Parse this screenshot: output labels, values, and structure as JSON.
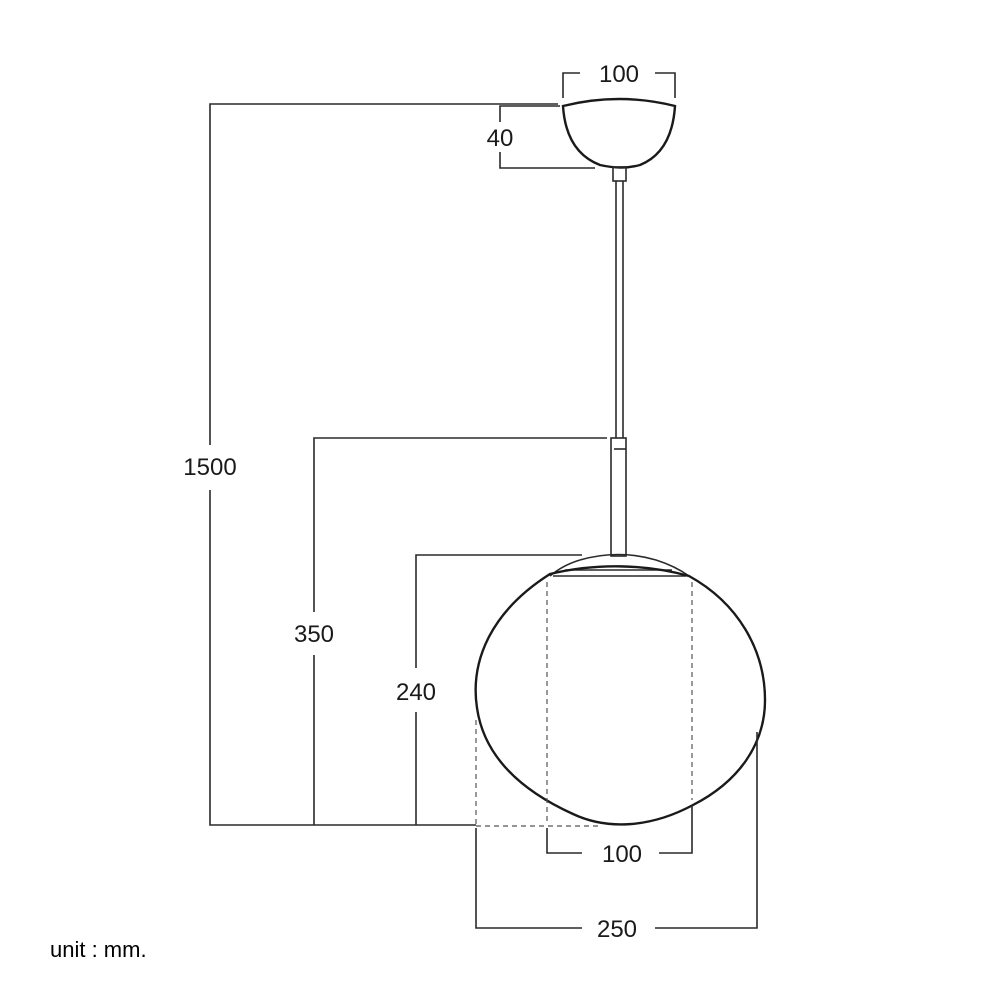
{
  "dimensions": {
    "canopy_width": "100",
    "canopy_height": "40",
    "total_drop": "1500",
    "lamp_height": "350",
    "globe_height": "240",
    "inner_width": "100",
    "globe_width": "250"
  },
  "unit_label": "unit : mm."
}
